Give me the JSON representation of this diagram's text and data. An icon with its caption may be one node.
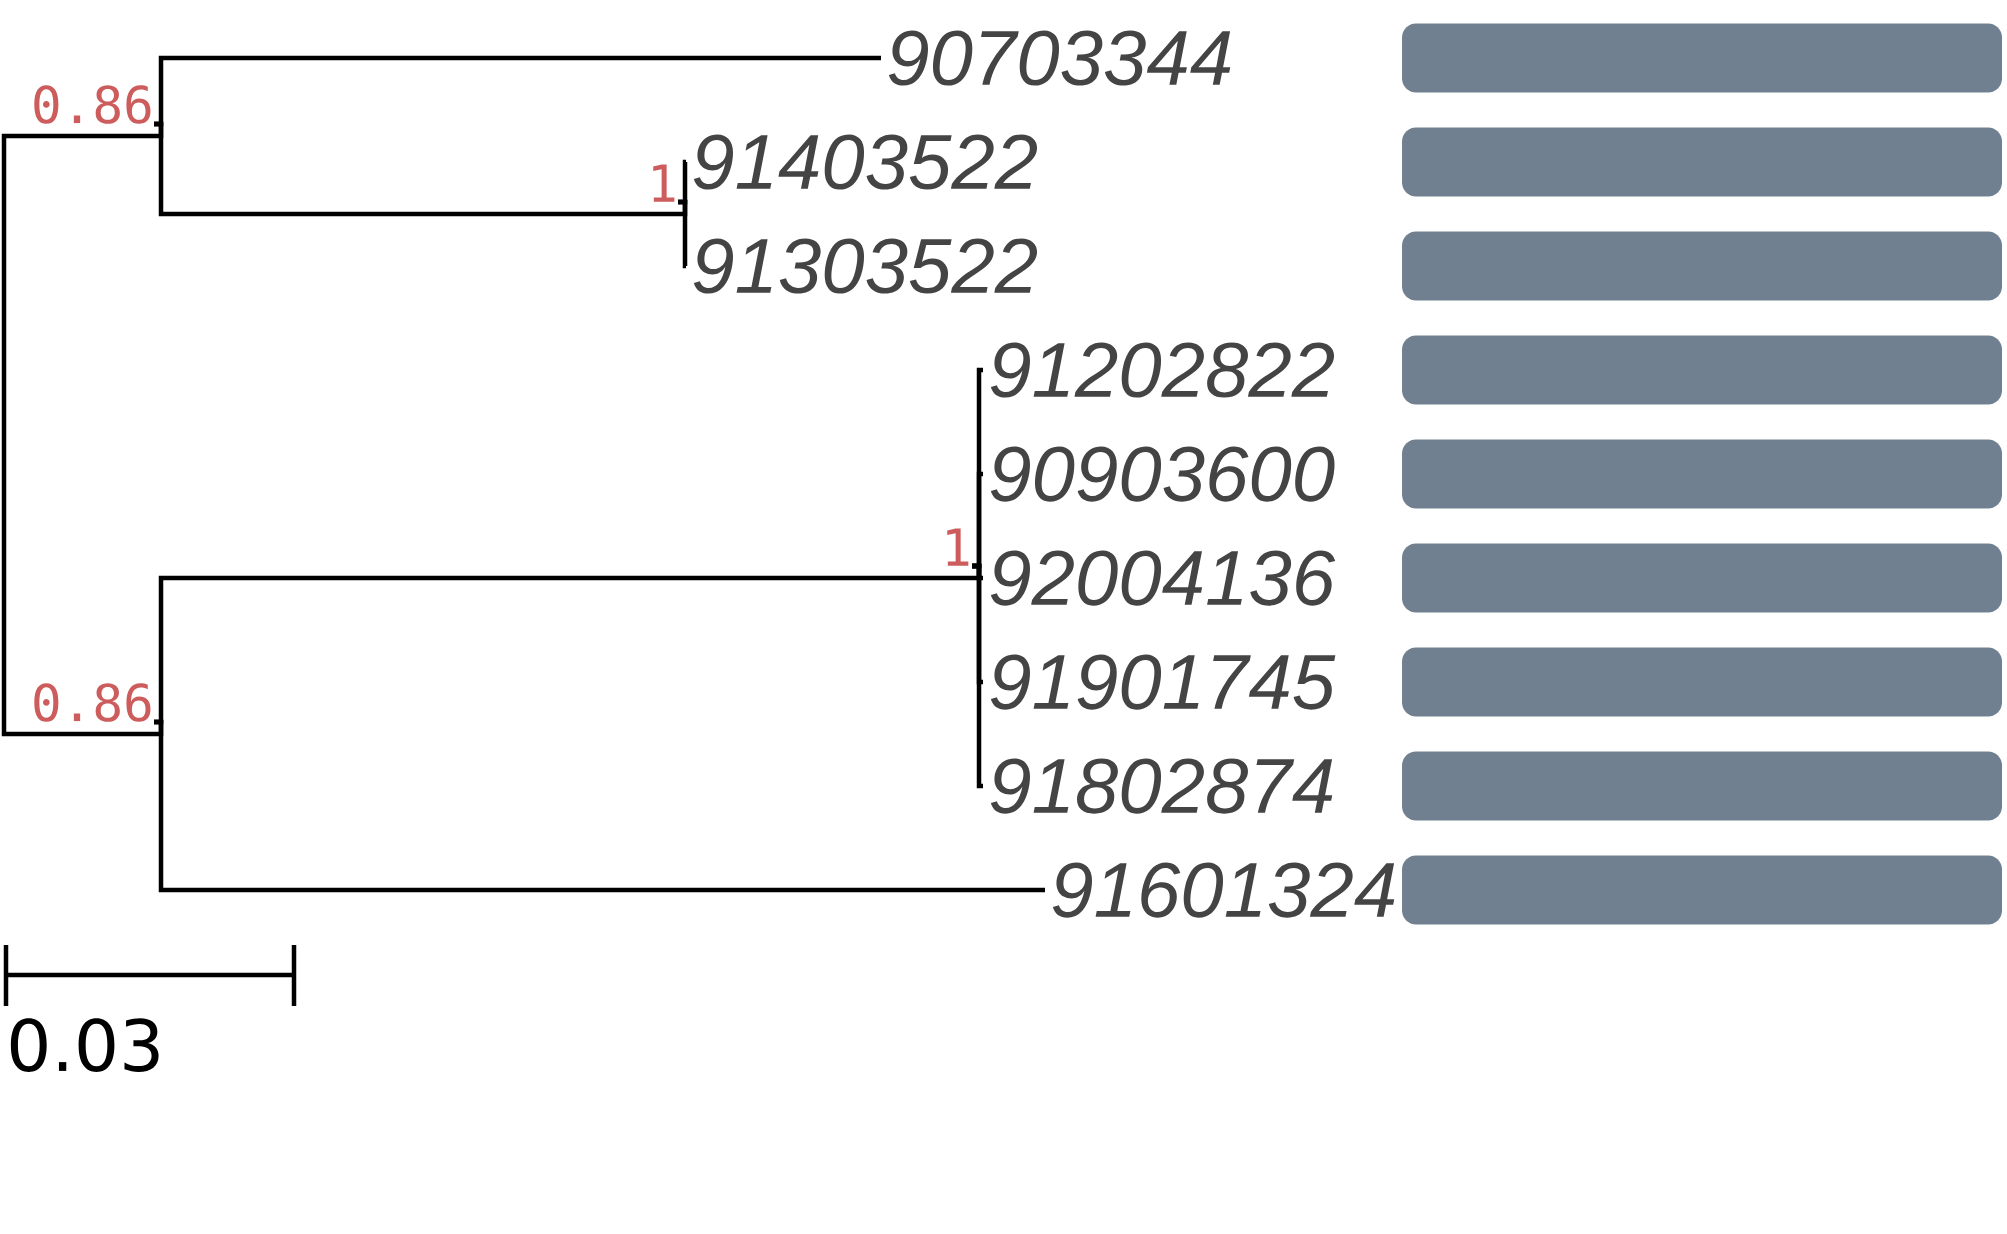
{
  "diagram": {
    "nodes": [
      {
        "text": [
          "0.86"
        ]
      },
      {
        "text": [
          "90703344"
        ]
      },
      {
        "text": [
          "1"
        ]
      },
      {
        "text": [
          "91403522"
        ]
      },
      {
        "text": [
          "91303522"
        ]
      },
      {
        "text": [
          "0.86"
        ]
      },
      {
        "text": [
          "1"
        ]
      },
      {
        "text": [
          "91202822"
        ]
      },
      {
        "text": [
          "90903600"
        ]
      },
      {
        "text": [
          "92004136"
        ]
      },
      {
        "text": [
          "91901745"
        ]
      },
      {
        "text": [
          "91802874"
        ]
      },
      {
        "text": [
          "91601324"
        ]
      },
      {
        "text": [],
        "shape": "bar"
      },
      {
        "text": [],
        "shape": "bar"
      },
      {
        "text": [],
        "shape": "bar"
      },
      {
        "text": [],
        "shape": "bar"
      },
      {
        "text": [],
        "shape": "bar"
      },
      {
        "text": [],
        "shape": "bar"
      },
      {
        "text": [],
        "shape": "bar"
      },
      {
        "text": [],
        "shape": "bar"
      },
      {
        "text": [],
        "shape": "bar"
      }
    ],
    "edges": [
      {
        "from": 0,
        "to": 5,
        "arrow": "none"
      },
      {
        "from": 0,
        "to": 1,
        "arrow": "none"
      },
      {
        "from": 0,
        "to": 2,
        "arrow": "none"
      },
      {
        "from": 2,
        "to": 3,
        "arrow": "none"
      },
      {
        "from": 2,
        "to": 4,
        "arrow": "none"
      },
      {
        "from": 5,
        "to": 6,
        "arrow": "none"
      },
      {
        "from": 6,
        "to": 7,
        "arrow": "none"
      },
      {
        "from": 6,
        "to": 8,
        "arrow": "none"
      },
      {
        "from": 6,
        "to": 9,
        "arrow": "none"
      },
      {
        "from": 6,
        "to": 10,
        "arrow": "none"
      },
      {
        "from": 6,
        "to": 11,
        "arrow": "none"
      },
      {
        "from": 5,
        "to": 12,
        "arrow": "none"
      }
    ],
    "labels": [
      "0.03"
    ]
  }
}
